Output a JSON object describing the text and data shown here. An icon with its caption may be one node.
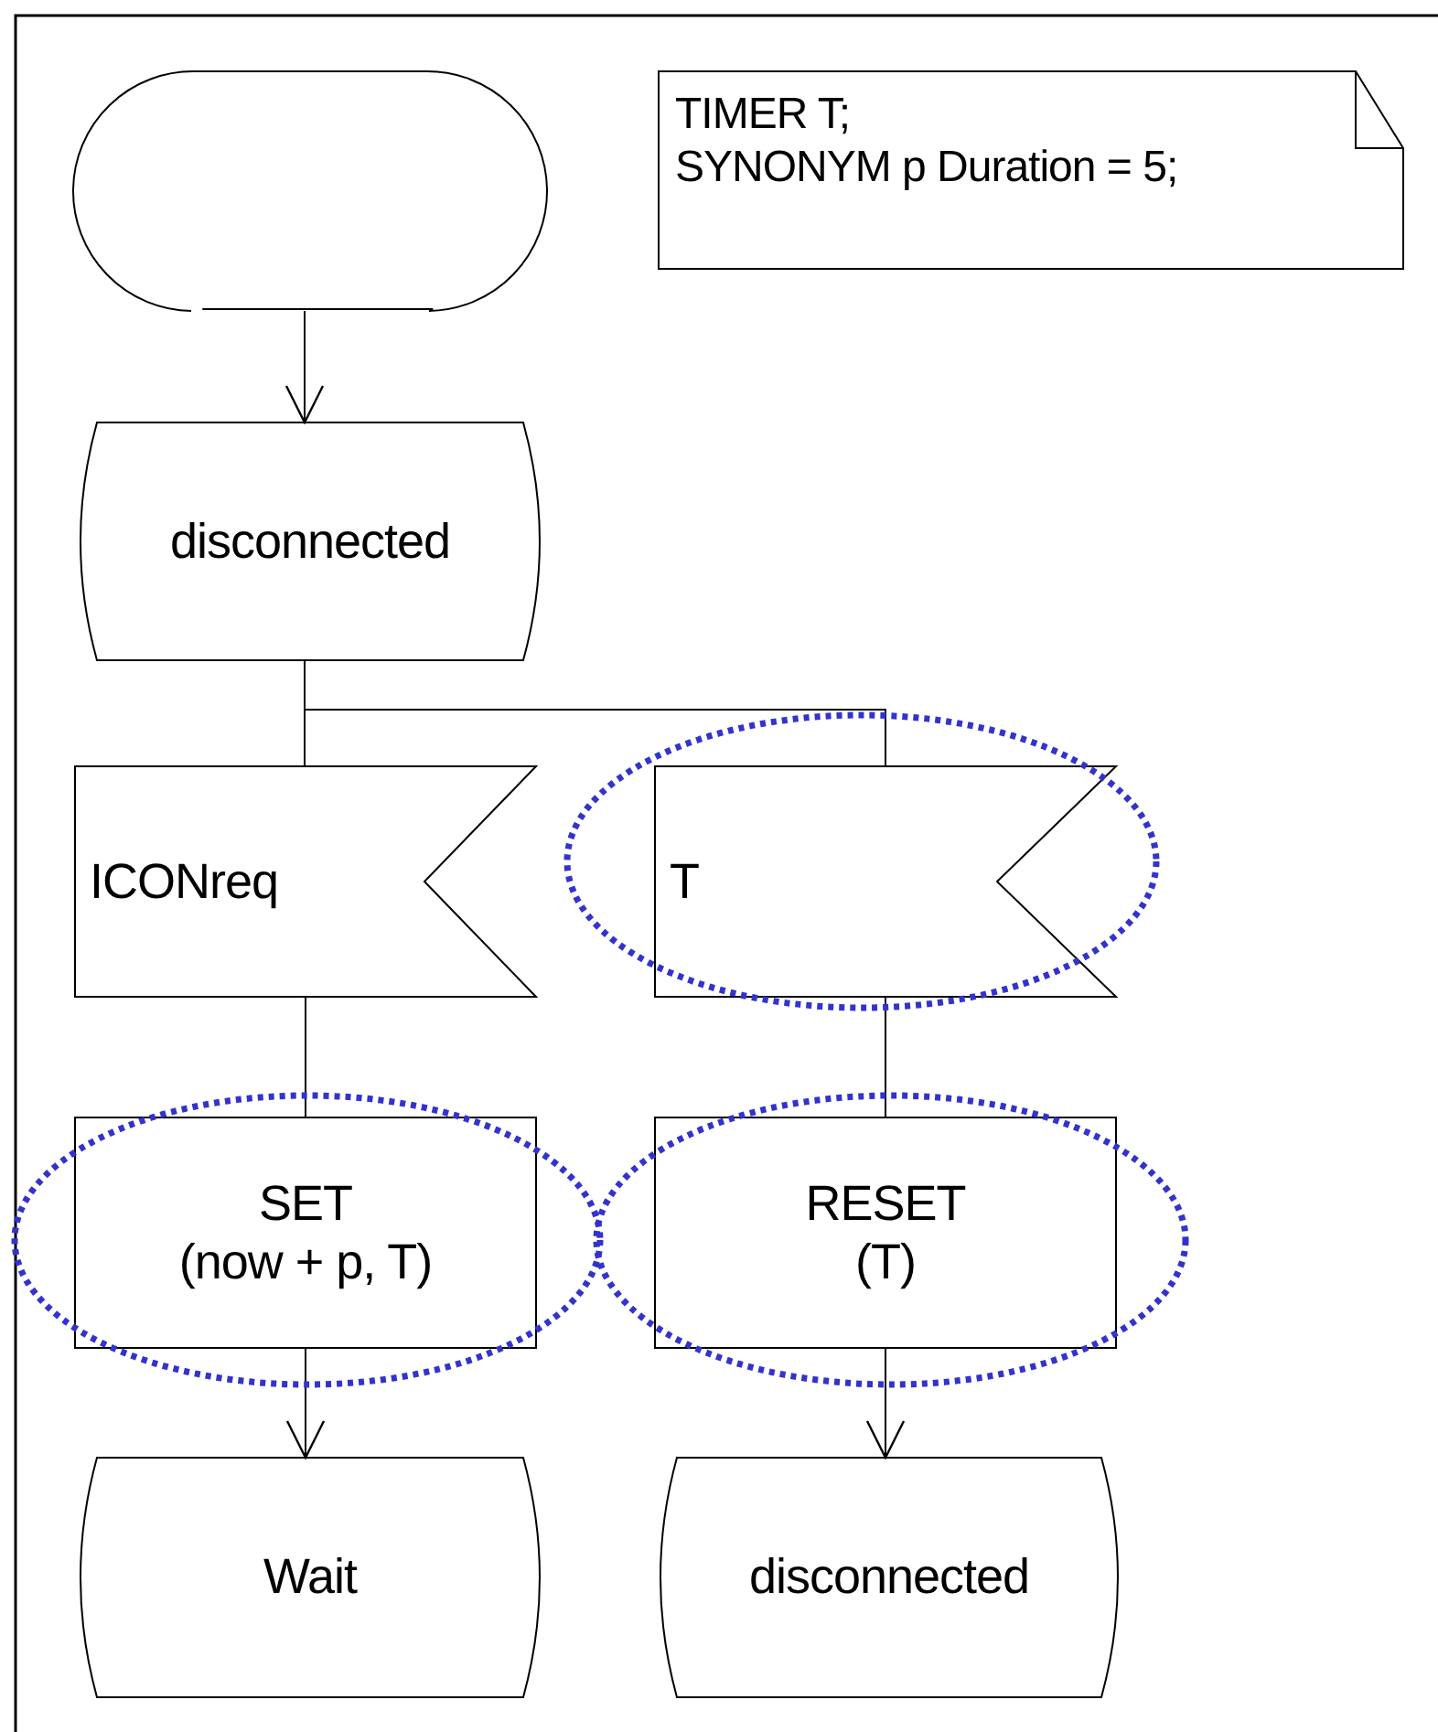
{
  "diagram": {
    "nodes": [
      {
        "text": [],
        "shape": "stadium"
      },
      {
        "text": [
          "disconnected"
        ]
      },
      {
        "text": [
          "ICONreq"
        ]
      },
      {
        "text": [
          "T"
        ]
      },
      {
        "text": [
          "SET",
          "(now + p, T)"
        ]
      },
      {
        "text": [
          "RESET",
          "(T)"
        ]
      },
      {
        "text": [
          "Wait"
        ]
      },
      {
        "text": [
          "disconnected"
        ]
      },
      {
        "text": [
          "TIMER T;",
          "SYNONYM p Duration = 5;"
        ]
      }
    ],
    "edges": [
      {
        "from": 0,
        "to": 1,
        "arrow": "to"
      },
      {
        "from": 1,
        "to": 2,
        "arrow": "none"
      },
      {
        "from": 1,
        "to": 3,
        "arrow": "none"
      },
      {
        "from": 2,
        "to": 4,
        "arrow": "none"
      },
      {
        "from": 3,
        "to": 5,
        "arrow": "none"
      },
      {
        "from": 4,
        "to": 6,
        "arrow": "to"
      },
      {
        "from": 5,
        "to": 7,
        "arrow": "to"
      }
    ]
  }
}
